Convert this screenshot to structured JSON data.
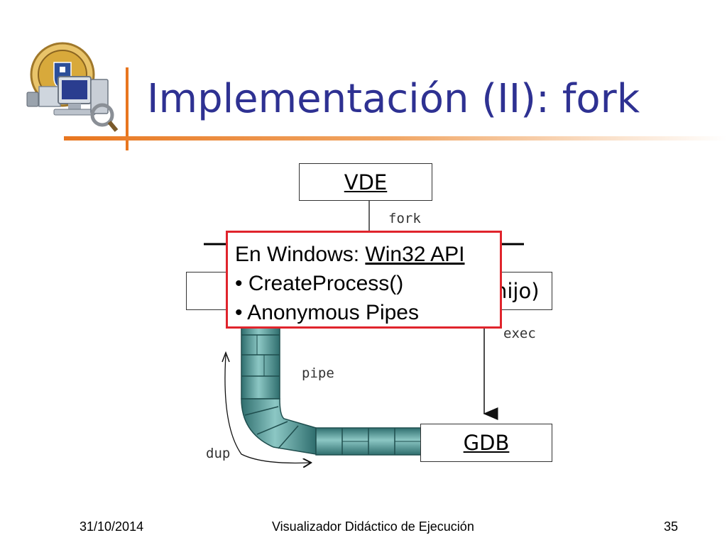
{
  "slide": {
    "title": "Implementación (II): fork"
  },
  "diagram": {
    "vde_label": "VDE",
    "left_box_label": "",
    "right_box_label": "hijo)",
    "gdb_label": "GDB",
    "fork_label": "fork",
    "exec_label": "exec",
    "pipe_label": "pipe",
    "dup_label": "dup"
  },
  "callout": {
    "prefix": "En Windows: ",
    "api_link": "Win32 API",
    "item1": "• CreateProcess()",
    "item2": "• Anonymous Pipes"
  },
  "footer": {
    "date": "31/10/2014",
    "center": "Visualizador Didáctico de Ejecución",
    "page": "35"
  },
  "colors": {
    "title": "#2e3192",
    "accent": "#e8761f",
    "callout_border": "#e0242c",
    "pipe": "#4f9494"
  }
}
